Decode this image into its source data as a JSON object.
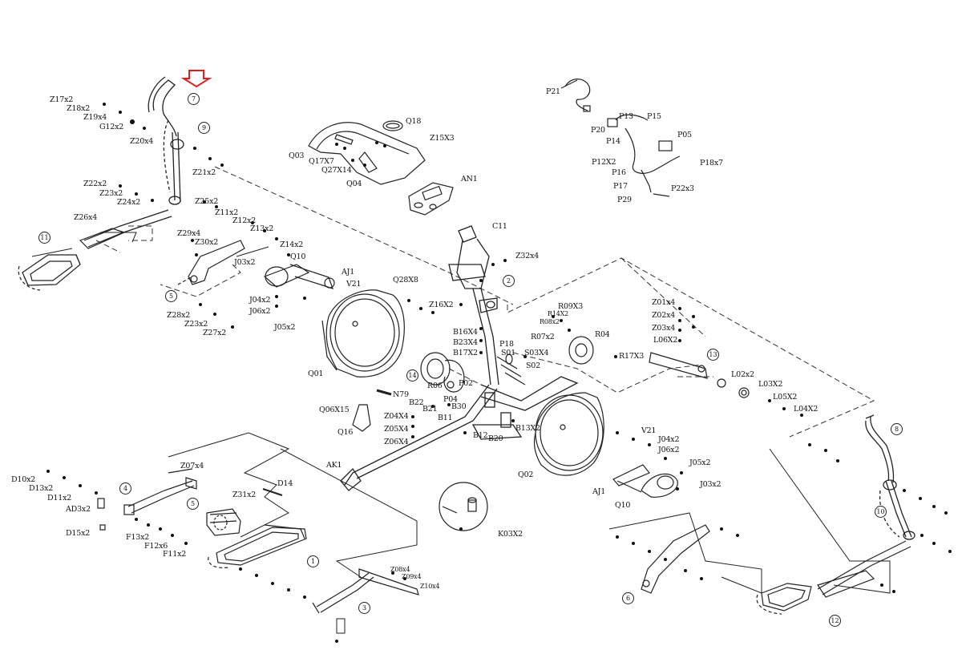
{
  "colors": {
    "ink": "#222222",
    "accent": "#e0201c",
    "background": "#ffffff"
  },
  "marker_icon": "arrow-down-outline-icon",
  "labels": {
    "Z17x2": "Z17x2",
    "Z18x2": "Z18x2",
    "Z19x4": "Z19x4",
    "G12x2": "G12x2",
    "Z20x4": "Z20x4",
    "Z21x2": "Z21x2",
    "Z22x2": "Z22x2",
    "Z23x2a": "Z23x2",
    "Z24x2": "Z24x2",
    "Z25x2": "Z25x2",
    "Z26x4": "Z26x4",
    "Z11x2": "Z11x2",
    "Z12x2": "Z12x2",
    "Z13x2": "Z13x2",
    "Z29x4": "Z29x4",
    "Z30x2": "Z30x2",
    "Z14x2": "Z14x2",
    "J03x2a": "J03x2",
    "Q10a": "Q10",
    "AJ1a": "AJ1",
    "V21a": "V21",
    "J04x2a": "J04x2",
    "J06x2a": "J06x2",
    "J05x2a": "J05x2",
    "Z28x2": "Z28x2",
    "Z23x2b": "Z23x2",
    "Z27x2": "Z27x2",
    "Q01": "Q01",
    "Q28X8": "Q28X8",
    "Q03": "Q03",
    "Q17X7": "Q17X7",
    "Q27X14": "Q27X14",
    "Q04": "Q04",
    "Q18": "Q18",
    "Z15X3": "Z15X3",
    "AN1": "AN1",
    "C11": "C11",
    "Z32x4": "Z32x4",
    "Z16X2": "Z16X2",
    "B16X4": "B16X4",
    "B23X4": "B23X4",
    "B17X2": "B17X2",
    "P18": "P18",
    "S01": "S01",
    "S03X4": "S03X4",
    "S02": "S02",
    "R06": "R06",
    "P02": "P02",
    "P04": "P04",
    "B21": "B21",
    "B22": "B22",
    "B11": "B11",
    "B30": "B30",
    "B12": "B12",
    "B20": "B20",
    "B13X2": "B13X2",
    "N79": "N79",
    "Q06X15": "Q06X15",
    "Q16": "Q16",
    "Z04X4": "Z04X4",
    "Z05X4": "Z05X4",
    "Z06X4": "Z06X4",
    "P21": "P21",
    "P13": "P13",
    "P15": "P15",
    "P20": "P20",
    "P14": "P14",
    "P05": "P05",
    "P12X2": "P12X2",
    "P16": "P16",
    "P17": "P17",
    "P29": "P29",
    "P18x7": "P18x7",
    "P22x3": "P22x3",
    "R09X3": "R09X3",
    "R14X2": "R14X2",
    "R08x2": "R08x2",
    "R07x2": "R07x2",
    "R04": "R04",
    "R17X3": "R17X3",
    "Z01x4": "Z01x4",
    "Z02x4": "Z02x4",
    "Z03x4": "Z03x4",
    "L06X2": "L06X2",
    "L02x2": "L02x2",
    "L03X2": "L03X2",
    "L05X2": "L05X2",
    "L04X2": "L04X2",
    "Q02": "Q02",
    "V21b": "V21",
    "J04x2b": "J04x2",
    "J06x2b": "J06x2",
    "J05x2b": "J05x2",
    "J03x2b": "J03x2",
    "AJ1b": "AJ1",
    "Q10b": "Q10",
    "AK1": "AK1",
    "Z07x4": "Z07x4",
    "D10x2": "D10x2",
    "D13x2": "D13x2",
    "D11x2": "D11x2",
    "AD3x2": "AD3x2",
    "D15x2": "D15x2",
    "Z31x2": "Z31x2",
    "D14": "D14",
    "F13x2": "F13x2",
    "F12x6": "F12x6",
    "F11x2": "F11x2",
    "Z08x4": "Z08x4",
    "Z09x4": "Z09x4",
    "Z10x4": "Z10x4",
    "K03X2": "K03X2"
  },
  "callouts": {
    "c7": "7",
    "c9": "9",
    "c11": "11",
    "c5": "5",
    "c2": "2",
    "c14": "14",
    "c13": "13",
    "c4": "4",
    "c3": "3",
    "c1": "1",
    "c6": "6",
    "c8": "8",
    "c10": "10",
    "c12": "12"
  }
}
